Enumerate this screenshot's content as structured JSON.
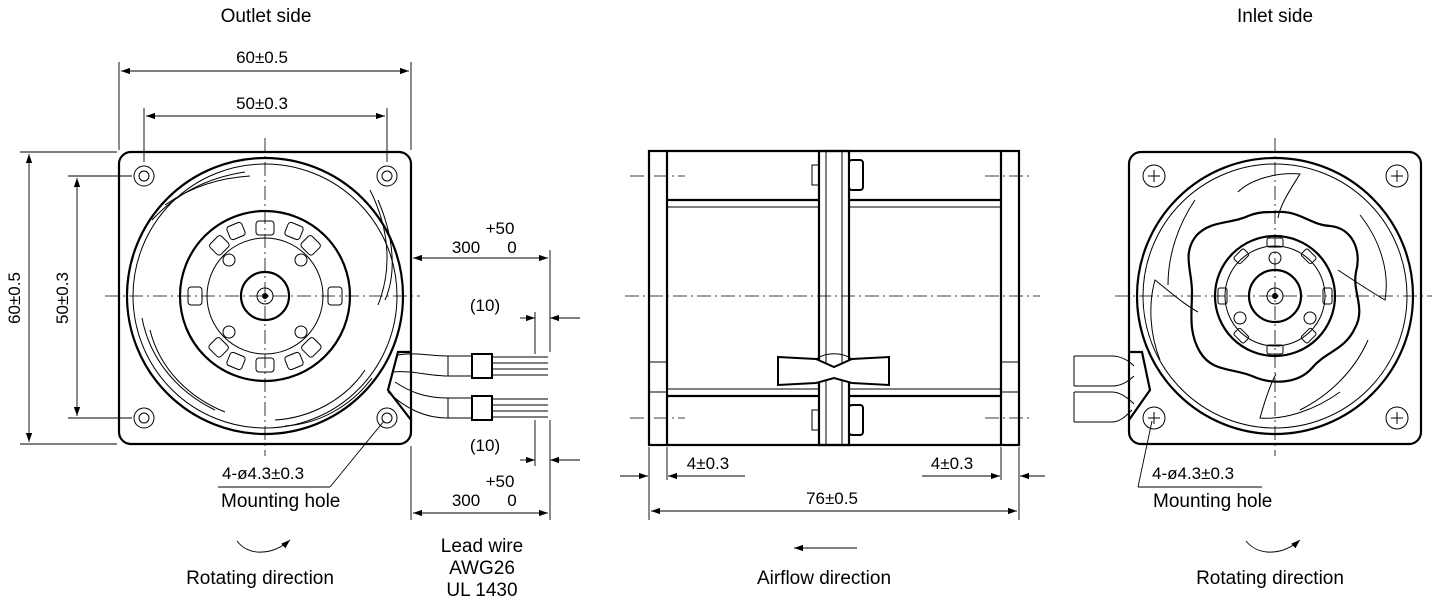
{
  "outlet": {
    "title": "Outlet side",
    "width_outer": "60±0.5",
    "width_inner": "50±0.3",
    "height_outer": "60±0.5",
    "height_inner": "50±0.3",
    "hole_spec": "4-ø4.3±0.3",
    "hole_label": "Mounting hole",
    "rotation_label": "Rotating direction"
  },
  "lead": {
    "tol_top": "+50",
    "length_top": "300",
    "zero_top": "0",
    "strip_top": "(10)",
    "strip_bottom": "(10)",
    "tol_bottom": "+50",
    "length_bottom": "300",
    "zero_bottom": "0",
    "label_line1": "Lead wire",
    "label_line2": "AWG26",
    "label_line3": "UL 1430"
  },
  "side": {
    "left_offset": "4±0.3",
    "right_offset": "4±0.3",
    "depth": "76±0.5",
    "airflow_label": "Airflow direction"
  },
  "inlet": {
    "title": "Inlet side",
    "hole_spec": "4-ø4.3±0.3",
    "hole_label": "Mounting hole",
    "rotation_label": "Rotating direction"
  }
}
